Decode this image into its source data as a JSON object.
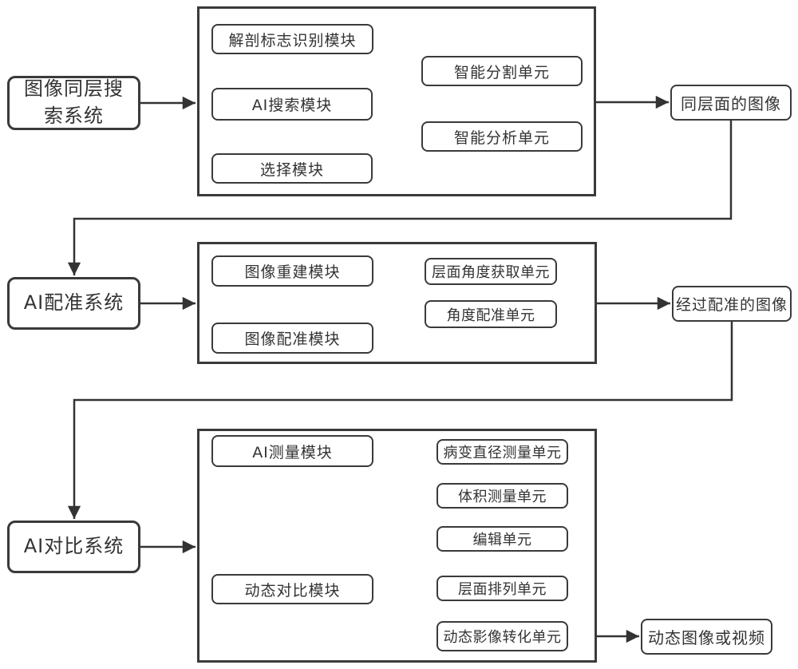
{
  "colors": {
    "line": "#333333",
    "box_border": "#3a3a3a",
    "box_background": "#ffffff",
    "text": "#333333"
  },
  "flow1": {
    "system": "图像同层搜索系统",
    "modules": [
      "解剖标志识别模块",
      "AI搜索模块",
      "选择模块"
    ],
    "units": [
      "智能分割单元",
      "智能分析单元"
    ],
    "output": "同层面的图像"
  },
  "flow2": {
    "system": "AI配准系统",
    "modules": [
      "图像重建模块",
      "图像配准模块"
    ],
    "units": [
      "层面角度获取单元",
      "角度配准单元"
    ],
    "output": "经过配准的图像"
  },
  "flow3": {
    "system": "AI对比系统",
    "modules": [
      "AI测量模块",
      "动态对比模块"
    ],
    "measure_units": [
      "病变直径测量单元",
      "体积测量单元",
      "编辑单元"
    ],
    "dynamic_units": [
      "层面排列单元",
      "动态影像转化单元"
    ],
    "output": "动态图像或视频"
  }
}
